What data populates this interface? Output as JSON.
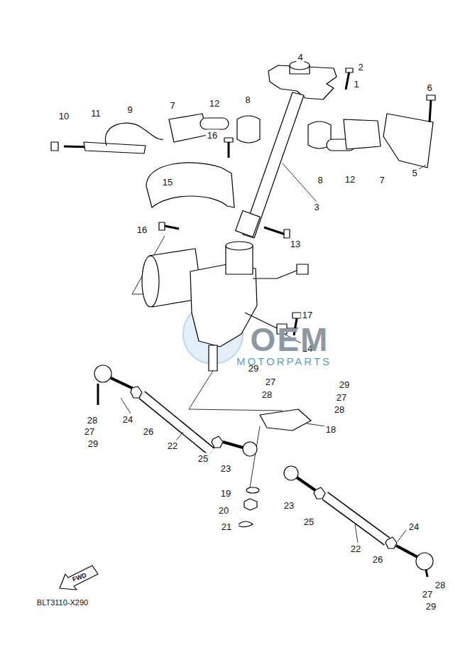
{
  "diagram": {
    "labels": [
      "4",
      "2",
      "1",
      "6",
      "10",
      "11",
      "9",
      "7",
      "12",
      "8",
      "16",
      "5",
      "8",
      "12",
      "7",
      "15",
      "3",
      "16",
      "13",
      "17",
      "14",
      "29",
      "27",
      "29",
      "28",
      "27",
      "28",
      "24",
      "28",
      "18",
      "26",
      "27",
      "29",
      "22",
      "25",
      "23",
      "19",
      "23",
      "20",
      "25",
      "21",
      "24",
      "22",
      "26",
      "28",
      "27",
      "FWD",
      "29",
      "BLT3110-X290",
      "OEM",
      "MOTORPARTS"
    ]
  }
}
